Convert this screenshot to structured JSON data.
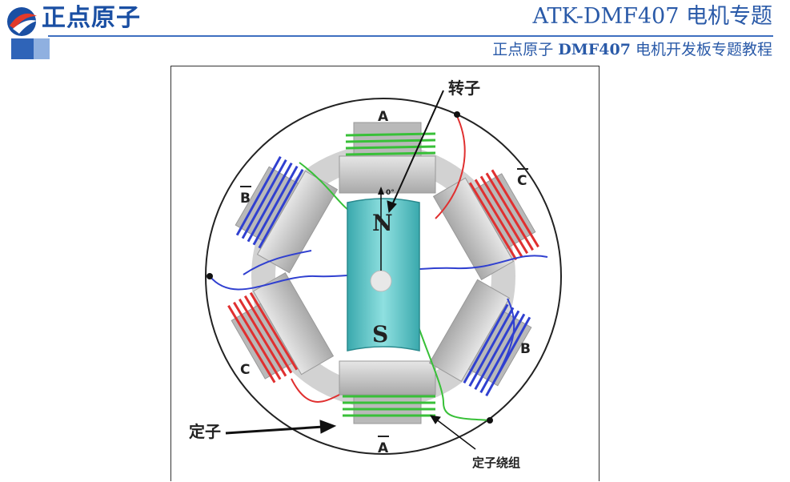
{
  "header": {
    "brand_name": "正点原子",
    "title": "ATK-DMF407 电机专题",
    "subtitle_prefix": "正点原子",
    "subtitle_bold": "DMF407",
    "subtitle_suffix": "电机开发板专题教程"
  },
  "figure": {
    "rotor_label": "转子",
    "stator_label": "定子",
    "winding_label": "定子绕组",
    "north": "N",
    "south": "S",
    "angle": "0°",
    "phase_a": "A",
    "phase_a_bar": "A",
    "phase_b": "B",
    "phase_b_bar": "B",
    "phase_c": "C",
    "phase_c_bar": "C"
  },
  "colors": {
    "brand_blue": "#1a4fa3",
    "phase_a_green": "#38c038",
    "phase_b_blue": "#3040d0",
    "phase_c_red": "#e03030",
    "rotor_teal": "#5cc6c8"
  }
}
